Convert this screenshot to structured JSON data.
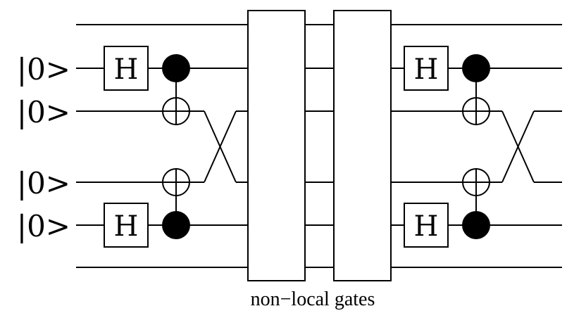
{
  "diagram": {
    "input_labels": [
      "|0>",
      "|0>",
      "|0>",
      "|0>"
    ],
    "gate_label": "H",
    "caption": "non−local gates",
    "colors": {
      "stroke": "#000000",
      "fill": "#ffffff",
      "control": "#000000"
    }
  }
}
